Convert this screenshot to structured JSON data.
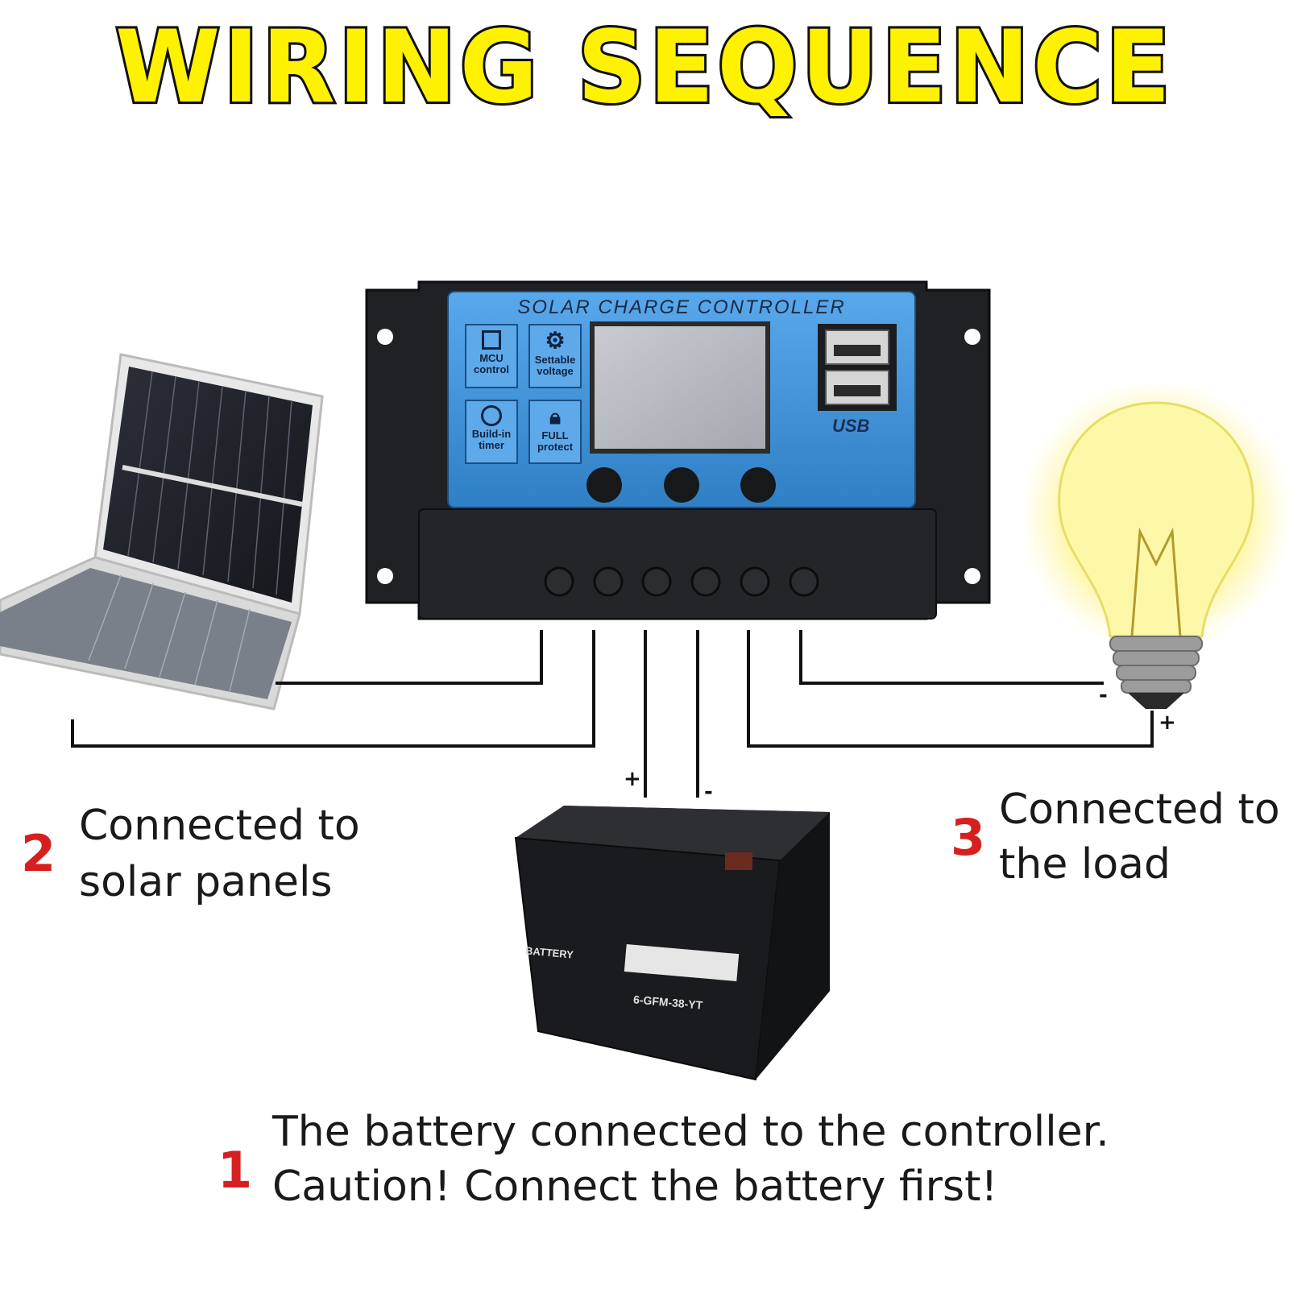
{
  "title": "WIRING SEQUENCE",
  "controller": {
    "label": "SOLAR CHARGE CONTROLLER",
    "features": [
      {
        "icon": "chip-icon",
        "label_line1": "MCU",
        "label_line2": "control"
      },
      {
        "icon": "gear-icon",
        "label_line1": "Settable",
        "label_line2": "voltage"
      },
      {
        "icon": "clock-icon",
        "label_line1": "Build-in",
        "label_line2": "timer"
      },
      {
        "icon": "lock-icon",
        "label_line1": "FULL",
        "label_line2": "protect"
      }
    ],
    "usb_label": "USB"
  },
  "battery": {
    "brand": "BATTERY",
    "model": "6-GFM-38-YT",
    "plus": "+",
    "minus": "-"
  },
  "load": {
    "minus": "-",
    "plus": "+"
  },
  "steps": [
    {
      "number": "1",
      "line1": "The battery connected to the controller.",
      "line2": "Caution! Connect the battery first!"
    },
    {
      "number": "2",
      "line1": "Connected to",
      "line2": "solar panels"
    },
    {
      "number": "3",
      "line1": "Connected to",
      "line2": "the load"
    }
  ],
  "colors": {
    "title_fill": "#fff200",
    "controller_face": "#3b8fd6",
    "step_number": "#d6201f",
    "wire": "#111111"
  }
}
